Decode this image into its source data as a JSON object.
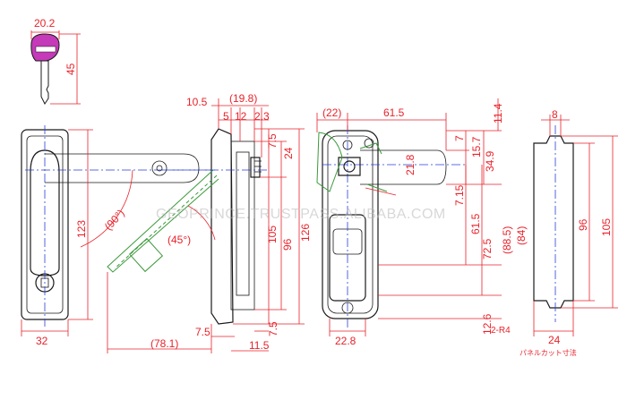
{
  "watermark": "GEOPRINCE.TRUSTPASS.ALIBABA.COM",
  "colors": {
    "dimension": "#e8222a",
    "outline": "#1a1a1a",
    "centerline": "#2a3fd6",
    "rotated": "#3a9a3a",
    "key_head": "#c43ab8"
  },
  "key_view": {
    "width": "20.2",
    "height": "45"
  },
  "front_view": {
    "height": "123",
    "width": "32",
    "open_angle": "(90°)"
  },
  "side_view": {
    "top_a": "10.5",
    "top_b": "(19.8)",
    "top_c": "5",
    "top_d": "12",
    "top_e": "2.3",
    "right_a": "7.5",
    "right_b": "24",
    "right_c": "105",
    "right_d": "96",
    "right_e": "126",
    "bottom_a": "7.5",
    "bottom_b": "7.5",
    "bottom_c": "11.5",
    "swing_length": "(78.1)",
    "swing_angle": "(45°)"
  },
  "rear_view": {
    "top_a": "(22)",
    "top_b": "61.5",
    "right_a": "11.4",
    "right_b": "34.9",
    "inner_a": "7",
    "inner_b": "15.7",
    "inner_c": "21.8",
    "inner_d": "7.15",
    "right_c": "61.5",
    "right_d": "72.5",
    "right_e": "(88.5)",
    "right_f": "(84)",
    "right_g": "12.6",
    "bottom": "22.8",
    "small": "2-R4"
  },
  "cutout_view": {
    "top": "8",
    "height_a": "96",
    "height_b": "105",
    "bottom": "24",
    "caption": "パネルカット寸法"
  }
}
